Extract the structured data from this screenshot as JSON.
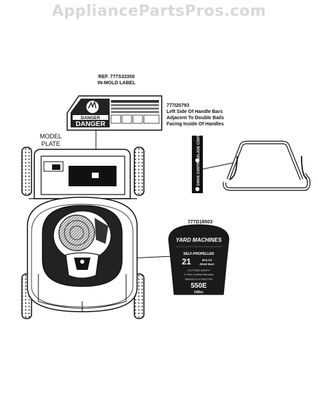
{
  "watermark": "AppliancePartsPros.com",
  "labels": {
    "ref_label": {
      "line1": "REF. 777S33350",
      "line2": "IN-MOLD LABEL"
    },
    "handle_label": {
      "part": "777I20793",
      "line1": "Left Side Of Handle Bars",
      "line2": "Adjacent To Double Bails",
      "line3": "Facing Inside Of Handles"
    },
    "model_plate": {
      "line1": "MODEL",
      "line2": "PLATE"
    },
    "hood_label": {
      "part": "777D18503"
    }
  },
  "danger_decal": {
    "word": "DANGER"
  },
  "handle_decal": {
    "drive_text": "DRIVE CONTROL",
    "blade_text": "BLADE CONTROL"
  },
  "hood_decal": {
    "brand": "YARD MACHINES",
    "sub": "SELF-PROPELLED",
    "size": "21",
    "side1": "MULCH",
    "side2": "REAR BAG",
    "cutting": "CUTTING WIDTH",
    "warranty": "2 Year Limited Warranty",
    "engine_brand": "BRIGGS & STRATTON",
    "model_num": "550E",
    "cc": "140cc"
  },
  "colors": {
    "line": "#111111",
    "decal_dark": "#1a1a1a",
    "watermark": "#d8d8d8"
  }
}
